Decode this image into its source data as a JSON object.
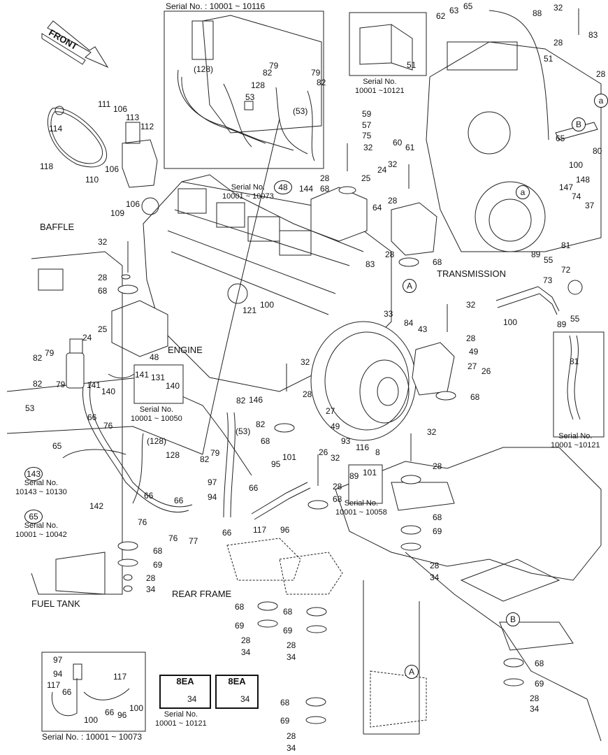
{
  "insets": {
    "top_serial": "Serial No. : 10001 ~ 10116",
    "bottom_serial": "Serial No. : 10001 ~ 10073",
    "serial_51": "Serial No.\n10001 ~10121",
    "serial_48": "Serial No.\n10001 ~ 10073",
    "serial_141": "Serial No.\n10001 ~ 10050",
    "serial_89": "Serial No.\n10001 ~ 10058",
    "serial_81": "Serial No.\n10001 ~10121",
    "serial_143": "Serial No.\n10143 ~ 10130",
    "serial_65": "Serial No.\n10001 ~ 10042",
    "serial_8ea": "Serial No.\n10001 ~ 10121",
    "ea_left": "8EA",
    "ea_right": "8EA"
  },
  "labels": {
    "front": "FRONT",
    "baffle": "BAFFLE",
    "engine": "ENGINE",
    "transmission": "TRANSMISSION",
    "fuel_tank": "FUEL TANK",
    "rear_frame": "REAR FRAME"
  },
  "circled": {
    "c48": "48",
    "c143": "143",
    "c65": "65",
    "cA1": "A",
    "cA2": "A",
    "cB1": "B",
    "cB2": "B",
    "ca1": "a",
    "ca2": "a"
  },
  "parts": {
    "p32a": "32",
    "p28a": "28",
    "p83a": "83",
    "p51a": "51",
    "p28b": "28",
    "p62": "62",
    "p63": "63",
    "p65a": "65",
    "p88": "88",
    "p51": "51",
    "p59": "59",
    "p57": "57",
    "p75": "75",
    "p60": "60",
    "p61": "61",
    "p65b": "65",
    "p80": "80",
    "p100a": "100",
    "p148": "148",
    "p147": "147",
    "p74": "74",
    "p37": "37",
    "p81a": "81",
    "p89a": "89",
    "p55a": "55",
    "p72": "72",
    "p73": "73",
    "p100b": "100",
    "p89b": "89",
    "p55b": "55",
    "p81b": "81",
    "p111": "111",
    "p106a": "106",
    "p113": "113",
    "p112": "112",
    "p114": "114",
    "p118": "118",
    "p106b": "106",
    "p110": "110",
    "p106c": "106",
    "p109": "109",
    "p32b": "32",
    "p28c": "28",
    "p68a": "68",
    "p25a": "25",
    "p24a": "24",
    "p48": "48",
    "p82a": "82",
    "p79a": "79",
    "p82b": "82",
    "p79b": "79",
    "p53a": "53",
    "p141a": "141",
    "p140a": "140",
    "p66a": "66",
    "p76a": "76",
    "p65c": "65",
    "p128a": "(128)",
    "p128b": "128",
    "p82c": "82",
    "p79c": "79",
    "p142": "142",
    "p66b": "66",
    "p76b": "76",
    "p66c": "66",
    "p76c": "76",
    "p77": "77",
    "p66d": "66",
    "p68b": "68",
    "p69a": "69",
    "p28d": "28",
    "p34a": "34",
    "p141b": "141",
    "p131": "131",
    "p140b": "140",
    "ptop128a": "(128)",
    "ptop53": "53",
    "ptop82a": "82",
    "ptop79a": "79",
    "ptop128b": "128",
    "ptop82b": "82",
    "ptop79b": "79",
    "ptop53b": "(53)",
    "p144": "144",
    "p68c": "68",
    "p28e": "28",
    "p25b": "25",
    "p24b": "24",
    "p32c": "32",
    "p32d": "32",
    "p64": "64",
    "p28f": "28",
    "p83b": "83",
    "p28g": "28",
    "p68d": "68",
    "p121": "121",
    "p100c": "100",
    "p33": "33",
    "p32e": "32",
    "p84": "84",
    "p43": "43",
    "p32f": "32",
    "p28h": "28",
    "p49a": "49",
    "p27a": "27",
    "p26a": "26",
    "p68e": "68",
    "p82d": "82",
    "p146": "146",
    "p82e": "82",
    "p53b": "(53)",
    "p128c": "(128)",
    "p128d": "128",
    "p82f": "82",
    "p79d": "79",
    "p28i": "28",
    "p68f": "68",
    "p49b": "49",
    "p27b": "27",
    "p26b": "26",
    "p93": "93",
    "p116": "116",
    "p8": "8",
    "p97a": "97",
    "p94a": "94",
    "p66e": "66",
    "p117a": "117",
    "p96a": "96",
    "p95": "95",
    "p101a": "101",
    "p32g": "32",
    "p28j": "28",
    "p68g": "68",
    "p89c": "89",
    "p101b": "101",
    "p32h": "32",
    "p28k": "28",
    "p68h": "68",
    "p69b": "69",
    "p28l": "28",
    "p34b": "34",
    "p68i": "68",
    "p69c": "69",
    "p28m": "28",
    "p34c": "34",
    "p68j": "68",
    "p69d": "69",
    "p28n": "28",
    "p34d": "34",
    "p68k": "68",
    "p69e": "69",
    "p28o": "28",
    "p34e": "34",
    "p68l": "68",
    "p69f": "69",
    "p28p": "28",
    "p34f": "34",
    "pb97": "97",
    "pb94": "94",
    "pb117a": "117",
    "pb66a": "66",
    "pb117b": "117",
    "pb66b": "66",
    "pb96": "96",
    "pb100a": "100",
    "pb100b": "100",
    "p34g": "34",
    "p34h": "34"
  }
}
